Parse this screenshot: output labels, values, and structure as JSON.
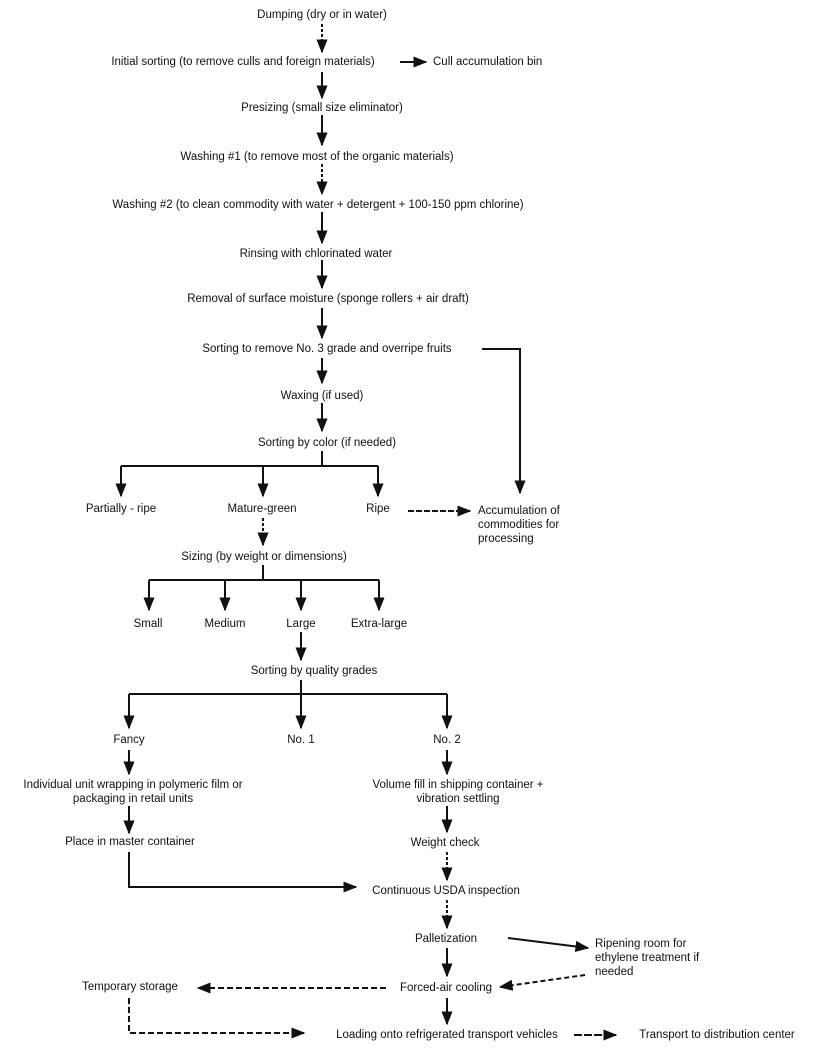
{
  "nodes": {
    "dumping": "Dumping (dry or in water)",
    "initial_sorting": "Initial sorting (to remove culls and foreign materials)",
    "cull_bin": "Cull accumulation bin",
    "presizing": "Presizing (small size eliminator)",
    "washing1": "Washing #1 (to remove most of the organic materials)",
    "washing2": "Washing #2 (to clean commodity with water + detergent + 100-150 ppm chlorine)",
    "rinsing": "Rinsing with chlorinated water",
    "removal_moisture": "Removal of surface moisture (sponge rollers + air draft)",
    "sorting_no3": "Sorting to remove No. 3 grade and overripe fruits",
    "waxing": "Waxing (if used)",
    "sorting_color": "Sorting by color (if needed)",
    "partially_ripe": "Partially - ripe",
    "mature_green": "Mature-green",
    "ripe": "Ripe",
    "accumulation": "Accumulation of commodities for processing",
    "sizing": "Sizing (by weight or dimensions)",
    "small": "Small",
    "medium": "Medium",
    "large": "Large",
    "extra_large": "Extra-large",
    "sorting_quality": "Sorting by quality grades",
    "fancy": "Fancy",
    "no1": "No. 1",
    "no2": "No. 2",
    "unit_wrapping": "Individual unit wrapping in polymeric film or packaging in retail units",
    "volume_fill": "Volume fill in shipping container + vibration settling",
    "master_container": "Place in master container",
    "weight_check": "Weight check",
    "usda": "Continuous USDA inspection",
    "palletization": "Palletization",
    "ripening_room": "Ripening room for ethylene treatment if needed",
    "temporary_storage": "Temporary storage",
    "forced_air": "Forced-air cooling",
    "loading": "Loading onto refrigerated transport vehicles",
    "transport": "Transport to distribution center"
  }
}
